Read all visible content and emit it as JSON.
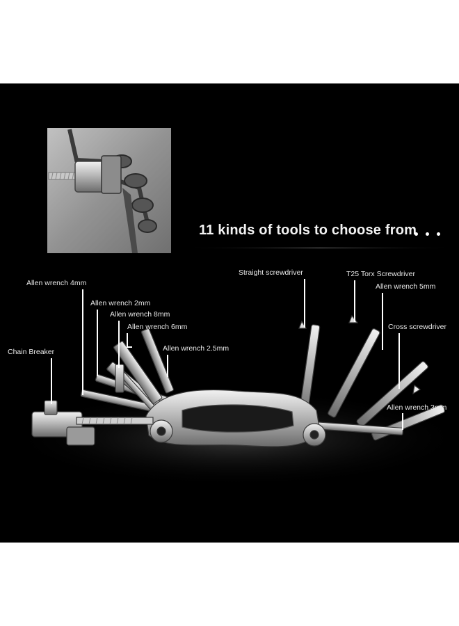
{
  "headline": "11 kinds of tools to choose from",
  "tool_labels": [
    "Allen wrench 4mm",
    "Allen wrench 2mm",
    "Allen wrench 8mm",
    "Allen wrench 6mm",
    "Allen wrench 2.5mm",
    "Chain Breaker",
    "Straight screwdriver",
    "T25 Torx Screwdriver",
    "Allen wrench 5mm",
    "Cross screwdriver",
    "Allen wrench 3mm"
  ],
  "colors": {
    "background": "#000000",
    "label_text": "#e8e8e8",
    "tool_metal": "#c9c9c9"
  }
}
